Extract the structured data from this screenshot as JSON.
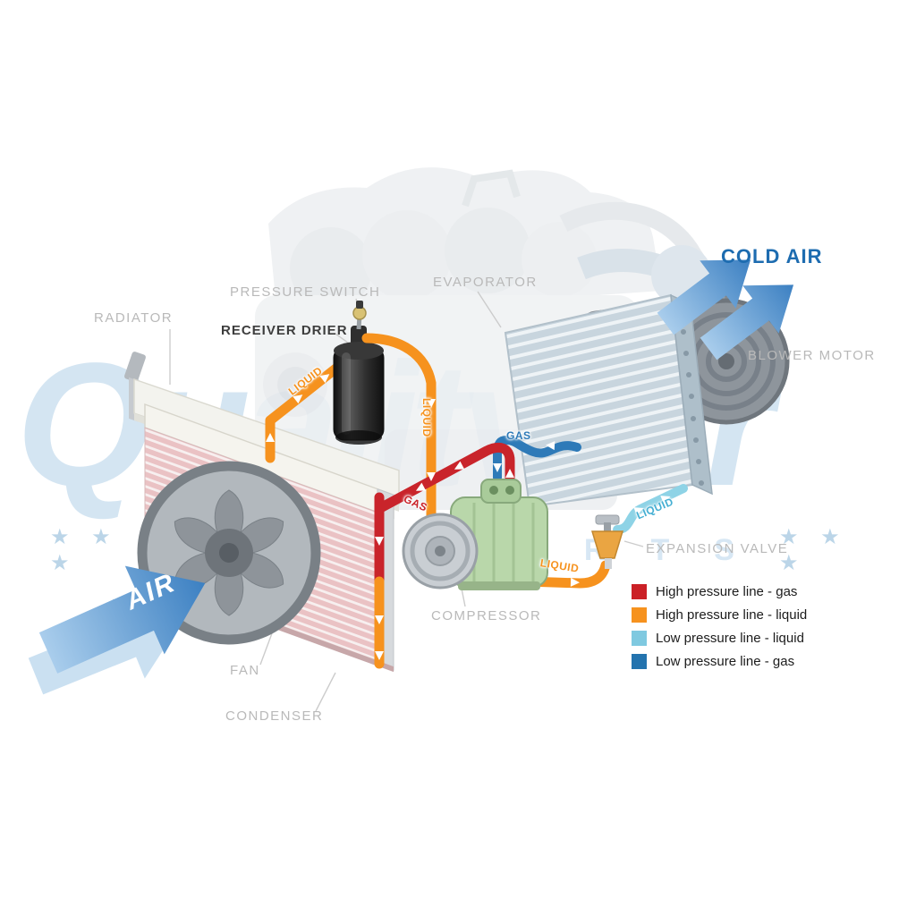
{
  "labels": {
    "radiator": "RADIATOR",
    "pressure_switch": "PRESSURE SWITCH",
    "receiver_drier": "RECEIVER DRIER",
    "evaporator": "EVAPORATOR",
    "blower_motor": "BLOWER MOTOR",
    "expansion_valve": "EXPANSION VALVE",
    "compressor": "COMPRESSOR",
    "fan": "FAN",
    "condenser": "CONDENSER"
  },
  "flow": {
    "cold_air": "COLD AIR",
    "air_in": "AIR"
  },
  "pipe_labels": {
    "cond_to_drier": "LIQUID",
    "drier_down": "LIQUID",
    "evap_to_comp": "GAS",
    "comp_to_cond": "GAS",
    "valve_to_evap": "LIQUID",
    "to_valve": "LIQUID"
  },
  "legend": {
    "items": [
      {
        "color": "#cb2026",
        "label": "High pressure line - gas"
      },
      {
        "color": "#f6921e",
        "label": "High pressure line - liquid"
      },
      {
        "color": "#7fc9e0",
        "label": "Low pressure line - liquid"
      },
      {
        "color": "#2373ae",
        "label": "Low pressure line -  gas"
      }
    ]
  },
  "watermark": {
    "brand": "QualityAir",
    "sub": "AUTO PARTS",
    "stars": "★ ★ ★"
  }
}
